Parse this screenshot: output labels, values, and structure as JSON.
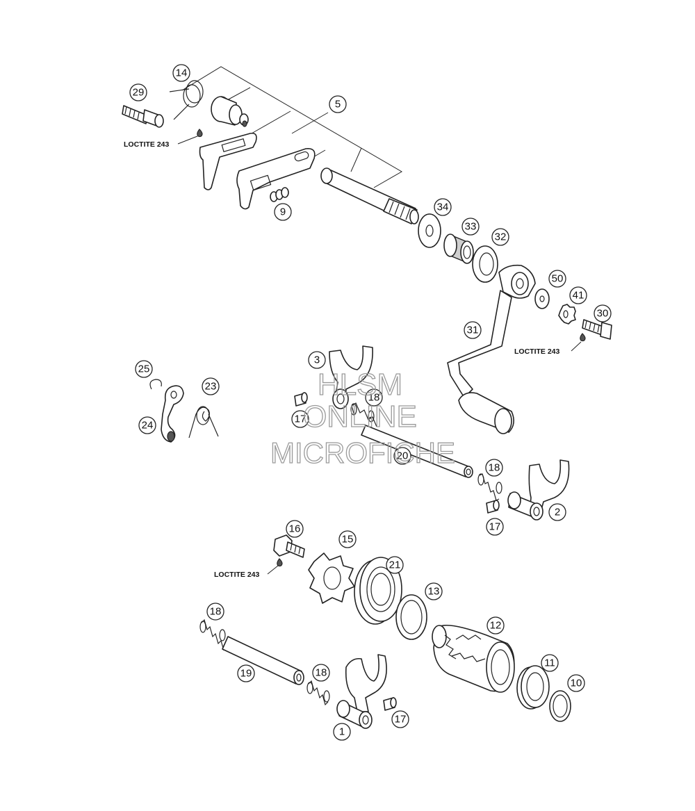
{
  "callouts": [
    {
      "id": "c14",
      "label": "14"
    },
    {
      "id": "c29",
      "label": "29"
    },
    {
      "id": "c5",
      "label": "5"
    },
    {
      "id": "c9",
      "label": "9"
    },
    {
      "id": "c34",
      "label": "34"
    },
    {
      "id": "c33",
      "label": "33"
    },
    {
      "id": "c32",
      "label": "32"
    },
    {
      "id": "c50",
      "label": "50"
    },
    {
      "id": "c41",
      "label": "41"
    },
    {
      "id": "c30",
      "label": "30"
    },
    {
      "id": "c31",
      "label": "31"
    },
    {
      "id": "c3",
      "label": "3"
    },
    {
      "id": "c25",
      "label": "25"
    },
    {
      "id": "c23",
      "label": "23"
    },
    {
      "id": "c24",
      "label": "24"
    },
    {
      "id": "c17a",
      "label": "17"
    },
    {
      "id": "c18a",
      "label": "18"
    },
    {
      "id": "c20",
      "label": "20"
    },
    {
      "id": "c18b",
      "label": "18"
    },
    {
      "id": "c2",
      "label": "2"
    },
    {
      "id": "c17b",
      "label": "17"
    },
    {
      "id": "c16",
      "label": "16"
    },
    {
      "id": "c15",
      "label": "15"
    },
    {
      "id": "c21",
      "label": "21"
    },
    {
      "id": "c13",
      "label": "13"
    },
    {
      "id": "c12",
      "label": "12"
    },
    {
      "id": "c18c",
      "label": "18"
    },
    {
      "id": "c19",
      "label": "19"
    },
    {
      "id": "c18d",
      "label": "18"
    },
    {
      "id": "c11",
      "label": "11"
    },
    {
      "id": "c10",
      "label": "10"
    },
    {
      "id": "c17c",
      "label": "17"
    },
    {
      "id": "c1",
      "label": "1"
    }
  ],
  "notes": {
    "loctite_1": "LOCTITE 243",
    "loctite_2": "LOCTITE 243",
    "loctite_3": "LOCTITE 243"
  },
  "watermark": {
    "line1": "HLSM",
    "line2": "ONLINE",
    "line3": "MICROFICHE"
  }
}
